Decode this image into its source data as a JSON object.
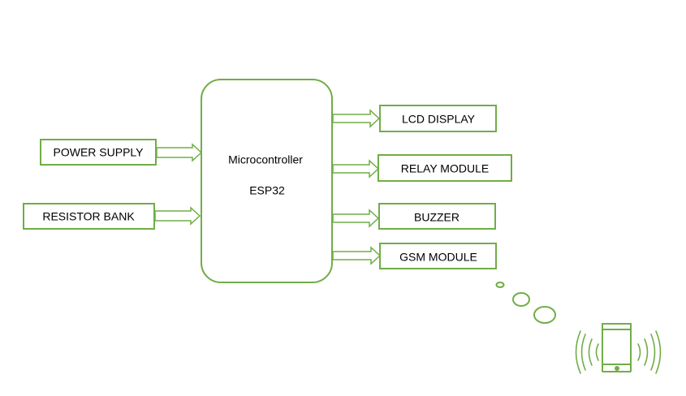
{
  "colors": {
    "accent": "#70ad47",
    "background": "#ffffff",
    "text": "#000000"
  },
  "inputs": {
    "power_supply": "POWER SUPPLY",
    "resistor_bank": "RESISTOR BANK"
  },
  "controller": {
    "name": "Microcontroller",
    "model": "ESP32"
  },
  "outputs": {
    "lcd_display": "LCD DISPLAY",
    "relay_module": "RELAY MODULE",
    "buzzer": "BUZZER",
    "gsm_module": "GSM MODULE"
  },
  "icons": {
    "mobile": "mobile-phone-icon",
    "signal": "wireless-signal-icon",
    "link": "thought-bubble-link"
  }
}
